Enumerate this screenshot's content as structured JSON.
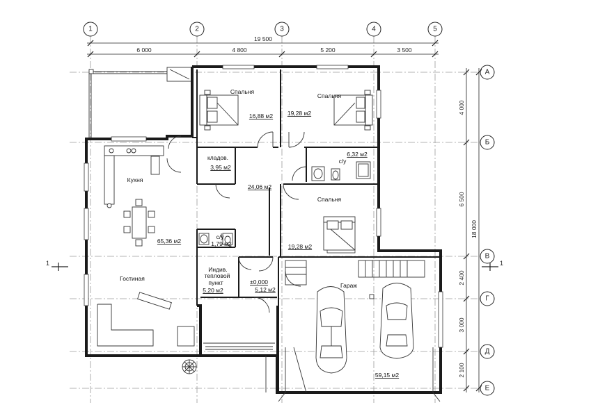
{
  "axes": {
    "vertical": [
      "1",
      "2",
      "3",
      "4",
      "5"
    ],
    "horizontal": [
      "А",
      "Б",
      "В",
      "Г",
      "Д",
      "Е"
    ],
    "section_mark": "1"
  },
  "dimensions": {
    "total_width": "19 500",
    "spans_x": [
      "6 000",
      "4 800",
      "5 200",
      "3 500"
    ],
    "total_height": "18 000",
    "spans_y": [
      "4 000",
      "6 500",
      "2 400",
      "3 000",
      "2 100"
    ]
  },
  "rooms": [
    {
      "name": "Спальня",
      "area": "16,88 м2"
    },
    {
      "name": "Спальня",
      "area": "19,28 м2"
    },
    {
      "name": "кладов.",
      "area": "3,95 м2"
    },
    {
      "name": "с/у",
      "area": "6,32 м2"
    },
    {
      "name": "Кухня",
      "area": ""
    },
    {
      "name": "",
      "area": "24,06 м2"
    },
    {
      "name": "Спальня",
      "area": "19,28 м2"
    },
    {
      "name": "",
      "area": "65,36 м2"
    },
    {
      "name": "с/у",
      "area": "1,79 м2"
    },
    {
      "name": "Гостиная",
      "area": ""
    },
    {
      "name": "Индив. тепловой пункт",
      "area": "5,20 м2"
    },
    {
      "name": "",
      "area": "5,12 м2"
    },
    {
      "name": "Гараж",
      "area": ""
    },
    {
      "name": "",
      "area": "59,15 м2"
    }
  ],
  "room_label_lines": {
    "itp": [
      "Индив.",
      "тепловой",
      "пункт"
    ]
  },
  "level_mark": "±0,000"
}
